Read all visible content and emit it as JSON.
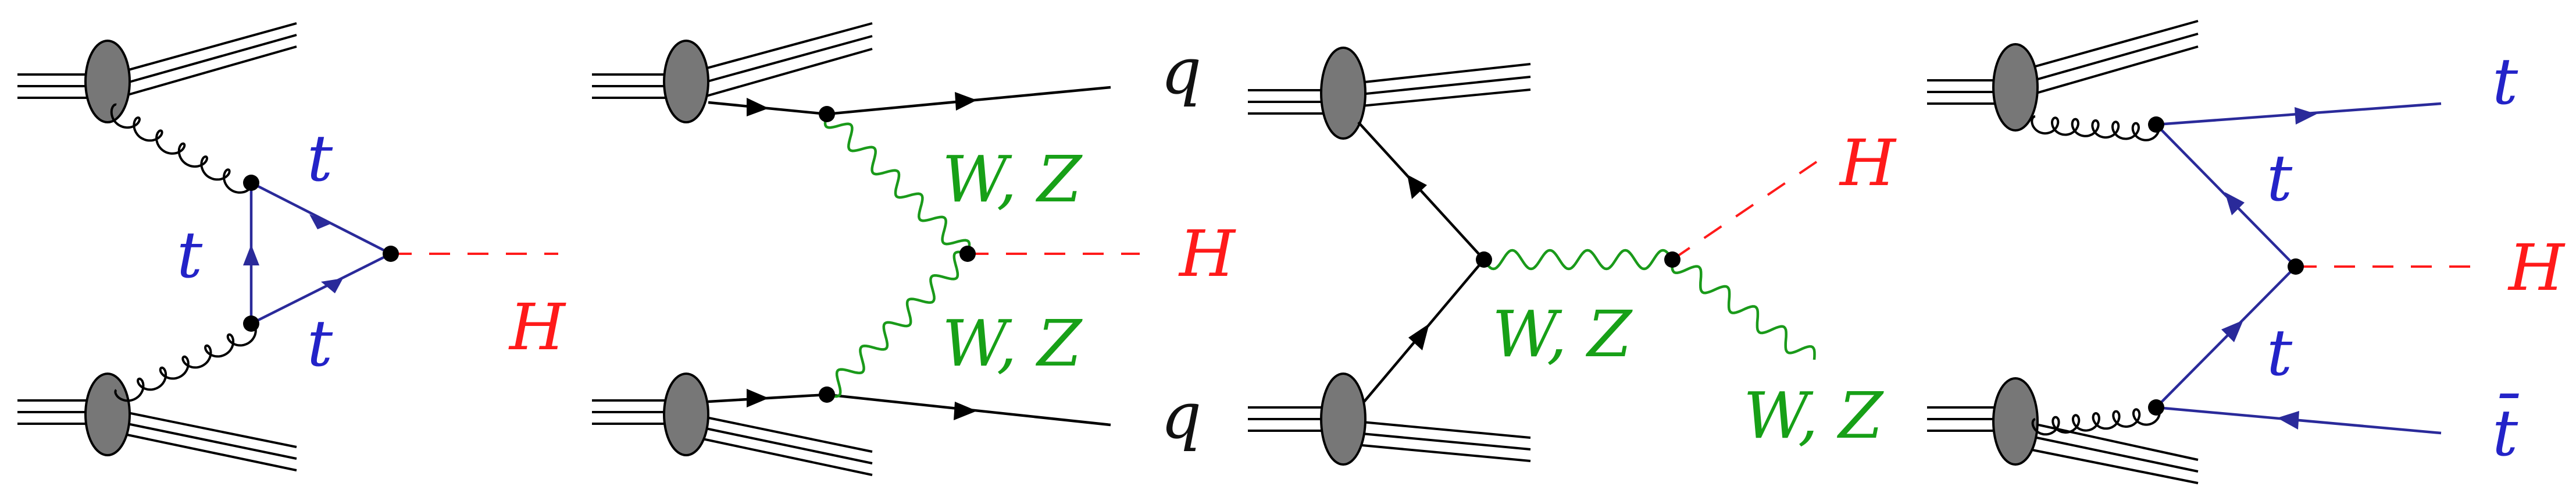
{
  "diagrams": [
    {
      "id": "ggf",
      "labels": {
        "t_upper": "t",
        "t_left": "t",
        "t_lower": "t",
        "higgs": "H"
      }
    },
    {
      "id": "vbf",
      "labels": {
        "q_top": "q",
        "v_upper": "W, Z",
        "higgs": "H",
        "v_lower": "W, Z",
        "q_bottom": "q"
      }
    },
    {
      "id": "vh",
      "labels": {
        "higgs": "H",
        "v_intermediate": "W, Z",
        "v_final": "W, Z"
      }
    },
    {
      "id": "tth",
      "labels": {
        "t_out": "t",
        "t_upper": "t",
        "higgs": "H",
        "t_lower": "t",
        "tbar": "t̄"
      }
    }
  ],
  "colors": {
    "top_quark": "#2323c8",
    "higgs": "#ff1a1a",
    "vector_boson": "#17a017",
    "quark": "#111111",
    "proton": "#777777"
  }
}
